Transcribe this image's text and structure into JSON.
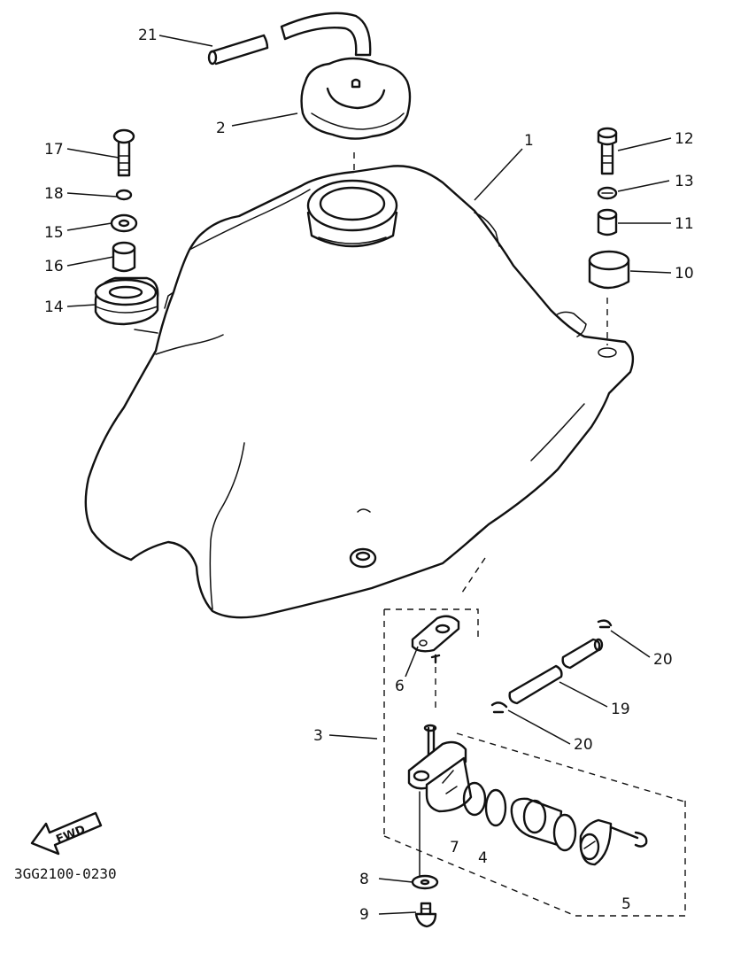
{
  "diagram": {
    "drawing_code": "3GG2100-0230",
    "direction_label": "FWD",
    "callouts": [
      {
        "id": "c21",
        "text": "21"
      },
      {
        "id": "c2",
        "text": "2"
      },
      {
        "id": "c17",
        "text": "17"
      },
      {
        "id": "c18",
        "text": "18"
      },
      {
        "id": "c15",
        "text": "15"
      },
      {
        "id": "c16",
        "text": "16"
      },
      {
        "id": "c14",
        "text": "14"
      },
      {
        "id": "c1",
        "text": "1"
      },
      {
        "id": "c12",
        "text": "12"
      },
      {
        "id": "c13",
        "text": "13"
      },
      {
        "id": "c11",
        "text": "11"
      },
      {
        "id": "c10",
        "text": "10"
      },
      {
        "id": "c6",
        "text": "6"
      },
      {
        "id": "c3",
        "text": "3"
      },
      {
        "id": "c20a",
        "text": "20"
      },
      {
        "id": "c19",
        "text": "19"
      },
      {
        "id": "c20b",
        "text": "20"
      },
      {
        "id": "c7",
        "text": "7"
      },
      {
        "id": "c4",
        "text": "4"
      },
      {
        "id": "c5",
        "text": "5"
      },
      {
        "id": "c8",
        "text": "8"
      },
      {
        "id": "c9",
        "text": "9"
      }
    ]
  }
}
